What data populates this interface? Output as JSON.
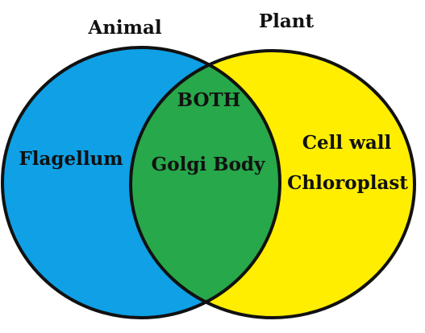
{
  "diagram": {
    "sets": [
      {
        "id": "animal",
        "title": "Animal",
        "color": "#0fa0e6",
        "items": [
          "Flagellum"
        ]
      },
      {
        "id": "plant",
        "title": "Plant",
        "color": "#ffee00",
        "items": [
          "Cell wall",
          "Chloroplast"
        ]
      }
    ],
    "overlap": {
      "title": "BOTH",
      "color": "#27a84a",
      "items": [
        "Golgi Body"
      ]
    },
    "outline_color": "#111111"
  }
}
